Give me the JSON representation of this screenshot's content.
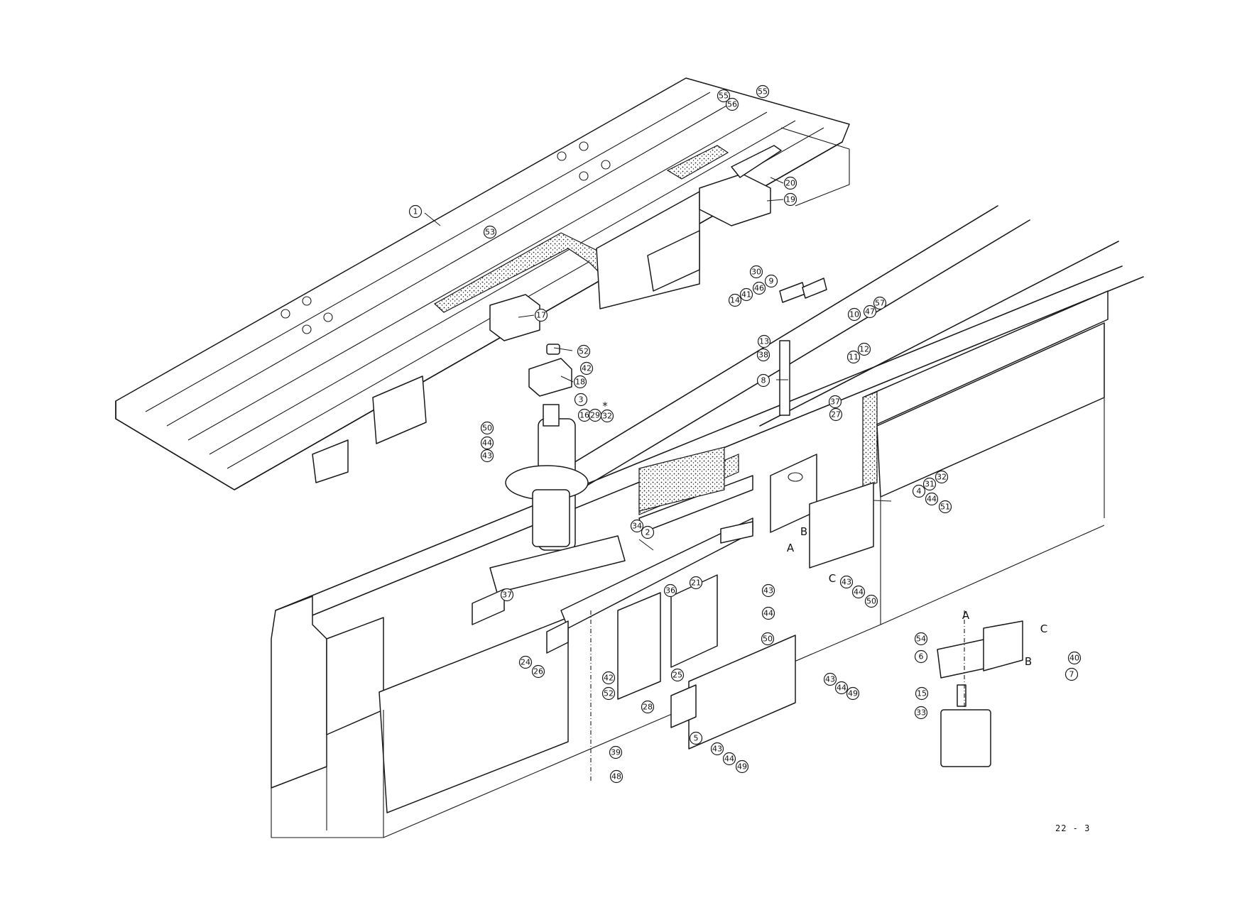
{
  "page": {
    "number": "22 - 3"
  },
  "part_callouts": [
    "1",
    "2",
    "3",
    "4",
    "5",
    "6",
    "7",
    "8",
    "9",
    "10",
    "11",
    "12",
    "13",
    "14",
    "15",
    "16",
    "17",
    "18",
    "19",
    "20",
    "21",
    "24",
    "25",
    "26",
    "27",
    "28",
    "29",
    "30",
    "31",
    "32",
    "33",
    "34",
    "36",
    "37",
    "38",
    "39",
    "40",
    "41",
    "42",
    "43",
    "44",
    "46",
    "47",
    "48",
    "49",
    "50",
    "51",
    "52",
    "53",
    "54",
    "55",
    "56",
    "57"
  ],
  "reference_letters": [
    "A",
    "B",
    "C"
  ],
  "note_mark": "*",
  "colors": {
    "line": "#1a1a1a",
    "paper": "#ffffff"
  }
}
